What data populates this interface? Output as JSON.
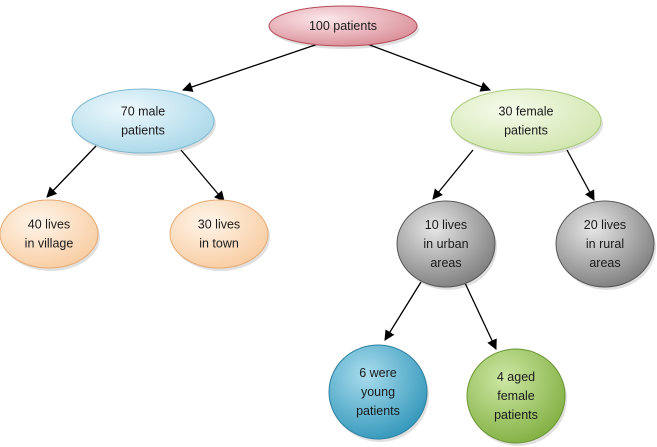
{
  "diagram": {
    "nodes": [
      {
        "id": "root",
        "lines": [
          "100 patients"
        ],
        "color": "pink"
      },
      {
        "id": "male",
        "lines": [
          "70 male",
          "patients"
        ],
        "color": "lightblue"
      },
      {
        "id": "female",
        "lines": [
          "30 female",
          "patients"
        ],
        "color": "lightgreen"
      },
      {
        "id": "village",
        "lines": [
          "40 lives",
          "in village"
        ],
        "color": "peach"
      },
      {
        "id": "town",
        "lines": [
          "30 lives",
          "in town"
        ],
        "color": "peach"
      },
      {
        "id": "urban",
        "lines": [
          "10 lives",
          "in urban",
          "areas"
        ],
        "color": "gray"
      },
      {
        "id": "rural",
        "lines": [
          "20 lives",
          "in rural",
          "areas"
        ],
        "color": "gray"
      },
      {
        "id": "young",
        "lines": [
          "6 were",
          "young",
          "patients"
        ],
        "color": "teal"
      },
      {
        "id": "aged",
        "lines": [
          "4 aged",
          "female",
          "patients"
        ],
        "color": "green"
      }
    ],
    "edges": [
      {
        "from": "root",
        "to": "male"
      },
      {
        "from": "root",
        "to": "female"
      },
      {
        "from": "male",
        "to": "village"
      },
      {
        "from": "male",
        "to": "town"
      },
      {
        "from": "female",
        "to": "urban"
      },
      {
        "from": "female",
        "to": "rural"
      },
      {
        "from": "urban",
        "to": "young"
      },
      {
        "from": "urban",
        "to": "aged"
      }
    ],
    "colors": {
      "pink": {
        "light": "#fbe7ea",
        "dark": "#d98a94",
        "stroke": "#b54a57"
      },
      "lightblue": {
        "light": "#eef8fc",
        "dark": "#a7d7e9",
        "stroke": "#7fb9d2"
      },
      "lightgreen": {
        "light": "#f6fbec",
        "dark": "#cfe5ab",
        "stroke": "#a8c97a"
      },
      "peach": {
        "light": "#fff5ea",
        "dark": "#f8cb9f",
        "stroke": "#e8aa72"
      },
      "gray": {
        "light": "#e6e6e6",
        "dark": "#7a7a7a",
        "stroke": "#555555"
      },
      "teal": {
        "light": "#a9dced",
        "dark": "#2f95b9",
        "stroke": "#2b7f9f"
      },
      "green": {
        "light": "#cde7a4",
        "dark": "#7fae3f",
        "stroke": "#6a9532"
      }
    }
  }
}
